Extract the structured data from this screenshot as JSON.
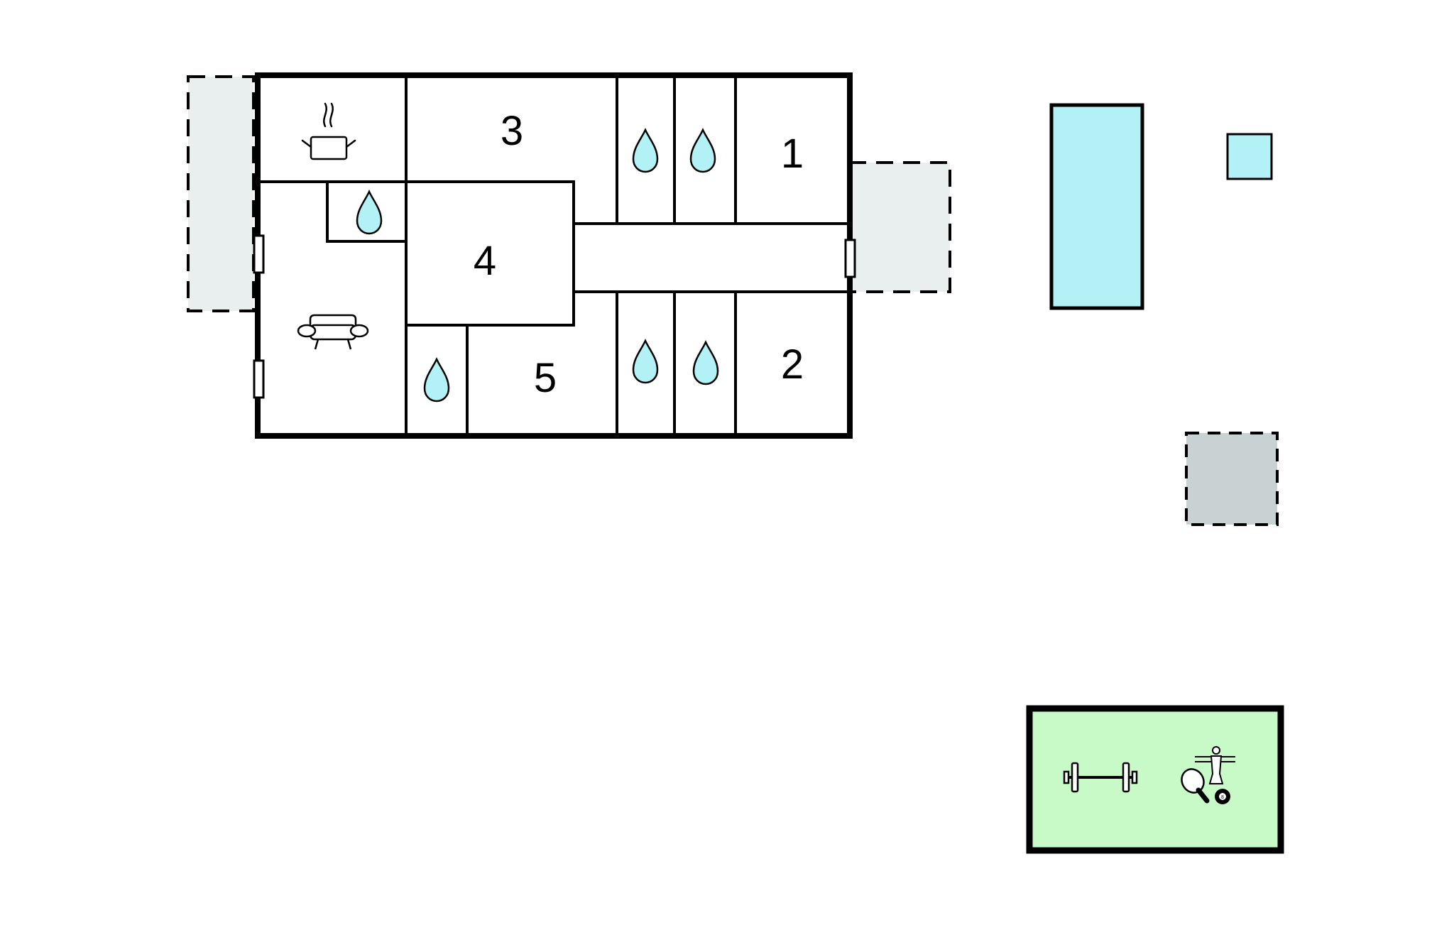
{
  "colors": {
    "background": "#ffffff",
    "wall": "#000000",
    "terrace": "#e9eeee",
    "pool": "#b2f2f6",
    "water_drop": "#b2f2f6",
    "parking": "#c9d2d3",
    "activity_building": "#c8fac8"
  },
  "rooms": [
    {
      "id": "1",
      "label": "1"
    },
    {
      "id": "2",
      "label": "2"
    },
    {
      "id": "3",
      "label": "3"
    },
    {
      "id": "4",
      "label": "4"
    },
    {
      "id": "5",
      "label": "5"
    }
  ],
  "icons": {
    "kitchen": "cooking-pot-icon",
    "living": "sofa-icon",
    "bathroom": "water-drop-icon",
    "gym": "dumbbell-icon",
    "games": [
      "table-tennis-icon",
      "table-football-icon",
      "billiard-ball-icon"
    ],
    "door": "door-icon"
  },
  "billiard_ball_number": "8"
}
